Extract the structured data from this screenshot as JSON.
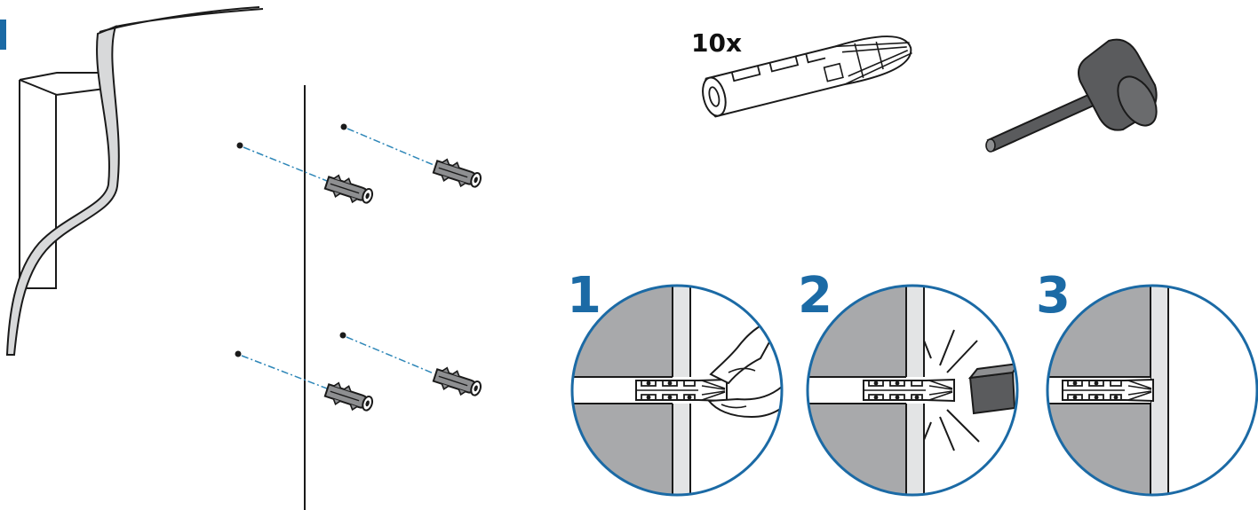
{
  "colors": {
    "accent": "#1b6aa5",
    "guide_line": "#2f87b8",
    "wall_gray": "#a8a9ab",
    "dark_gray": "#5a5b5d",
    "line": "#1a1a1a"
  },
  "icons": [
    "wall-plug-icon",
    "mallet-icon",
    "hand-fingers-icon",
    "mallet-head-icon"
  ],
  "parts": {
    "quantity": "10x"
  },
  "steps": [
    {
      "number": "1"
    },
    {
      "number": "2"
    },
    {
      "number": "3"
    }
  ]
}
